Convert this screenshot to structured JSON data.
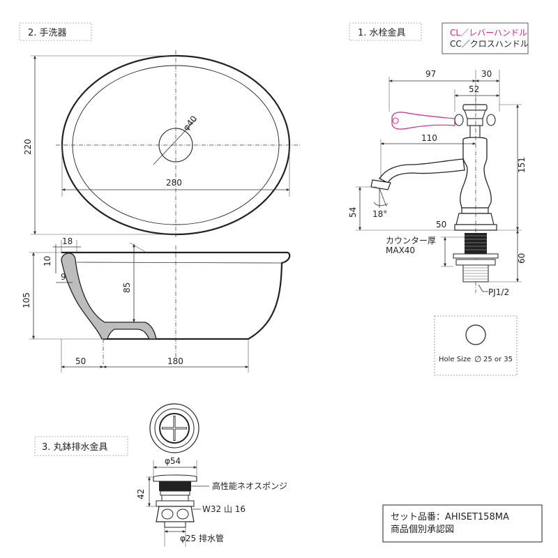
{
  "sections": {
    "basin": "2. 手洗器",
    "faucet": "1. 水栓金具",
    "drain": "3. 丸鉢排水金具"
  },
  "legend": {
    "lever": "CL／レバーハンドル",
    "cross": "CC／クロスハンドル",
    "lever_color": "#e0208a"
  },
  "basin_dims": {
    "height_top": "220",
    "width": "280",
    "hole": "φ40",
    "rim_w": "18",
    "rim_t": "10",
    "inner_step": "9",
    "depth_inner": "85",
    "height_side": "105",
    "offset": "50",
    "base": "180"
  },
  "faucet_dims": {
    "a": "97",
    "b": "30",
    "c": "52",
    "d": "110",
    "height": "151",
    "spout_h": "54",
    "angle": "18°",
    "base_w": "50",
    "counter_label": "カウンター厚",
    "counter_max": "MAX40",
    "shank": "60",
    "thread": "PJ1/2"
  },
  "hole_size": {
    "label": "Hole Size",
    "symbol": "∅",
    "value": "25 or 35"
  },
  "drain_dims": {
    "dia_top": "φ54",
    "sponge": "高性能ネオスポンジ",
    "height": "42",
    "thread": "W32 山 16",
    "pipe": "φ25 排水管"
  },
  "set_info": {
    "line1": "セット品番：AHISET158MA",
    "line2": "商品個別承認図"
  }
}
